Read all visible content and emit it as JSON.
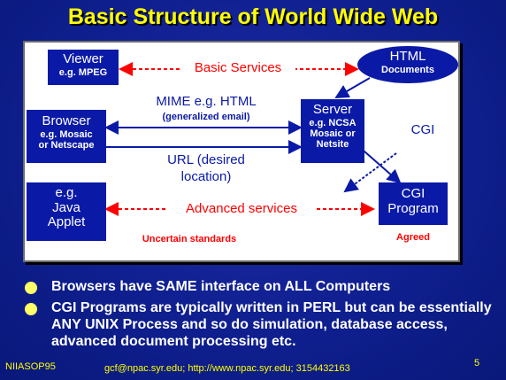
{
  "slide": {
    "title": "Basic Structure of World Wide Web",
    "page_number": "5",
    "footer_left": "NIIASOP95",
    "footer_center": "gcf@npac.syr.edu; http://www.npac.syr.edu; 3154432163"
  },
  "diagram": {
    "viewer": {
      "title": "Viewer",
      "sub": "e.g. MPEG"
    },
    "html_docs": {
      "title": "HTML",
      "sub": "Documents"
    },
    "browser": {
      "title": "Browser",
      "line1": "e.g. Mosaic",
      "line2": "or Netscape"
    },
    "server": {
      "title": "Server",
      "line1": "e.g. NCSA",
      "line2": "Mosaic or",
      "line3": "Netsite"
    },
    "applet": {
      "line1": "e.g.",
      "line2": "Java",
      "line3": "Applet"
    },
    "cgi_program": {
      "line1": "CGI",
      "line2": "Program"
    },
    "labels": {
      "basic_services": "Basic Services",
      "mime": "MIME e.g. HTML",
      "mime_sub": "(generalized email)",
      "url_line1": "URL (desired",
      "url_line2": "location)",
      "cgi": "CGI",
      "advanced_services": "Advanced services",
      "uncertain": "Uncertain standards",
      "agreed": "Agreed"
    }
  },
  "bullets": [
    "Browsers have SAME interface on ALL Computers",
    "CGI Programs are typically written in PERL but can be essentially ANY UNIX Process and so do simulation, database access, advanced document processing etc."
  ],
  "colors": {
    "background": "#0f1f8f",
    "title": "#ffff00",
    "box": "#0b1aa6",
    "arrow_red": "#ff0000",
    "arrow_blue": "#0b1aa6"
  }
}
